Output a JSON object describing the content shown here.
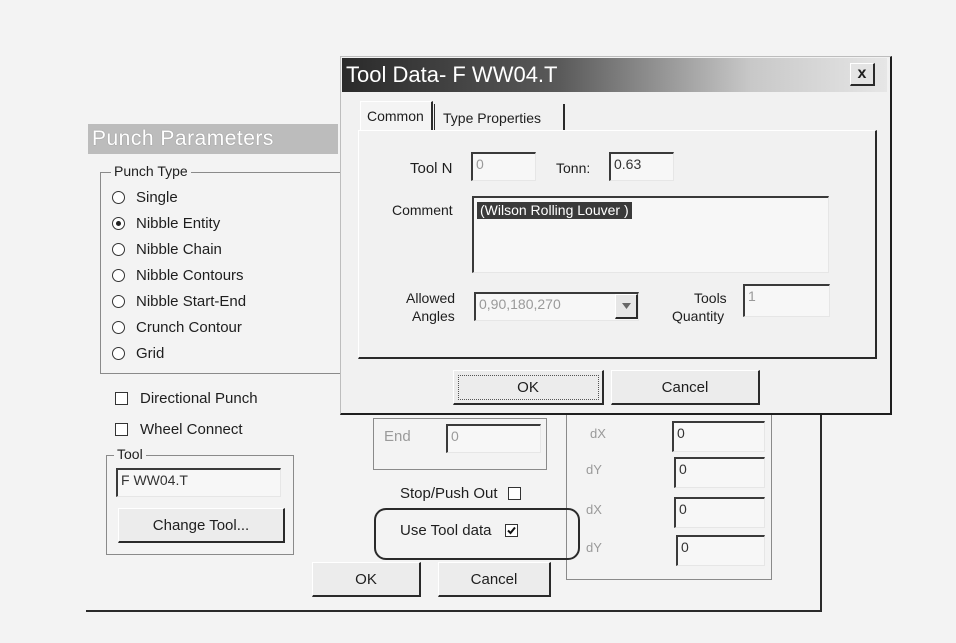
{
  "background": {
    "title": "Punch Parameters",
    "punch_type": {
      "legend": "Punch Type",
      "options": [
        "Single",
        "Nibble Entity",
        "Nibble Chain",
        "Nibble Contours",
        "Nibble Start-End",
        "Crunch Contour",
        "Grid"
      ],
      "selected_index": 1
    },
    "directional_punch": "Directional Punch",
    "wheel_connect": "Wheel Connect",
    "tool": {
      "legend": "Tool",
      "value": "F WW04.T",
      "change_button": "Change Tool..."
    },
    "end_label": "End",
    "end_value": "0",
    "offsets": [
      {
        "label": "dX",
        "value": "0"
      },
      {
        "label": "dY",
        "value": "0"
      },
      {
        "label": "dX",
        "value": "0"
      },
      {
        "label": "dY",
        "value": "0"
      }
    ],
    "stop_push_out": "Stop/Push Out",
    "use_tool_data": "Use Tool data",
    "ok_label": "OK",
    "cancel_label": "Cancel"
  },
  "dialog": {
    "title": "Tool Data- F WW04.T",
    "close_glyph": "x",
    "tabs": [
      "Common",
      "Type Properties"
    ],
    "tool_n_label": "Tool N",
    "tool_n_value": "0",
    "tonn_label": "Tonn:",
    "tonn_value": "0.63",
    "comment_label": "Comment",
    "comment_value": "(Wilson Rolling Louver )",
    "allowed_label_1": "Allowed",
    "allowed_label_2": "Angles",
    "allowed_value": "0,90,180,270",
    "tools_label_1": "Tools",
    "tools_label_2": "Quantity",
    "tools_value": "1",
    "ok_label": "OK",
    "cancel_label": "Cancel"
  }
}
